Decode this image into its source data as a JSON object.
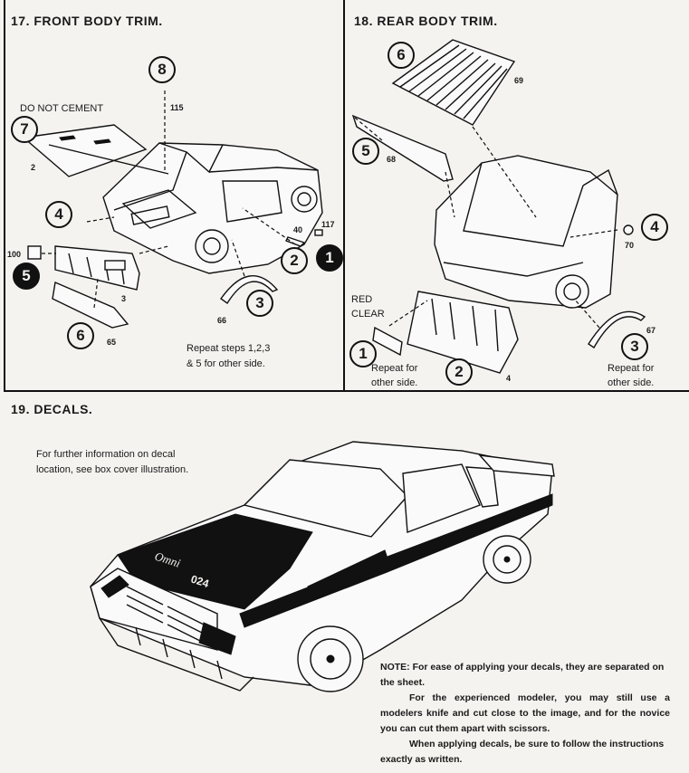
{
  "step17": {
    "title": "17.  FRONT BODY TRIM.",
    "do_not_cement": "DO NOT CEMENT",
    "part_numbers": {
      "p2": "2",
      "p115": "115",
      "p40": "40",
      "p117": "117",
      "p100": "100",
      "p3": "3",
      "p66": "66",
      "p65": "65"
    },
    "callouts": {
      "c8": "8",
      "c7": "7",
      "c4": "4",
      "c5": "5",
      "c6": "6",
      "c2": "2",
      "c3": "3",
      "c1": "1"
    },
    "repeat_note_line1": "Repeat steps 1,2,3",
    "repeat_note_line2": "& 5 for other side."
  },
  "step18": {
    "title": "18.  REAR BODY TRIM.",
    "part_numbers": {
      "p69": "69",
      "p68": "68",
      "p70": "70",
      "p67": "67",
      "p4": "4"
    },
    "callouts": {
      "c6": "6",
      "c5": "5",
      "c4": "4",
      "c1": "1",
      "c2": "2",
      "c3": "3"
    },
    "red_clear_line1": "RED",
    "red_clear_line2": "CLEAR",
    "repeat_left_line1": "Repeat for",
    "repeat_left_line2": "other side.",
    "repeat_right_line1": "Repeat for",
    "repeat_right_line2": "other side."
  },
  "step19": {
    "title": "19.  DECALS.",
    "info_line1": "For further information on decal",
    "info_line2": "location, see box cover illustration.",
    "hood_decal_text1": "Omni",
    "hood_decal_text2": "024",
    "note_p1": "NOTE: For ease of applying your decals, they are separated on the sheet.",
    "note_p2": "For the experienced modeler, you may still use a modelers knife and cut close to the image, and for the novice you can cut them apart with scissors.",
    "note_p3": "When applying decals, be sure to follow the instructions exactly as written."
  }
}
